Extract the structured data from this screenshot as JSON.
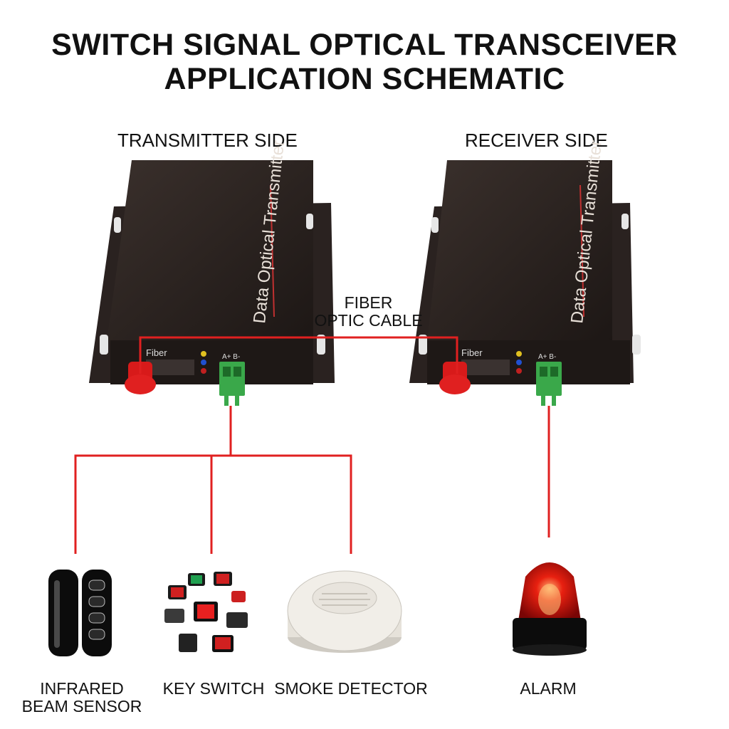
{
  "title": {
    "line1": "SWITCH SIGNAL OPTICAL TRANSCEIVER",
    "line2": "APPLICATION SCHEMATIC"
  },
  "sides": {
    "transmitter": "TRANSMITTER SIDE",
    "receiver": "RECEIVER SIDE"
  },
  "cable": {
    "line1": "FIBER",
    "line2": "OPTIC CABLE"
  },
  "device": {
    "top_text": "Data Optical Transmitter",
    "port_label": "Fiber",
    "terminal_label": "A+ B-"
  },
  "devices_bottom": {
    "infrared": {
      "line1": "INFRARED",
      "line2": "BEAM SENSOR"
    },
    "key_switch": "KEY SWITCH",
    "smoke": "SMOKE DETECTOR",
    "alarm": "ALARM"
  },
  "colors": {
    "wire": "#e02020",
    "device_body": "#2a2220",
    "terminal": "#3aa84a"
  }
}
